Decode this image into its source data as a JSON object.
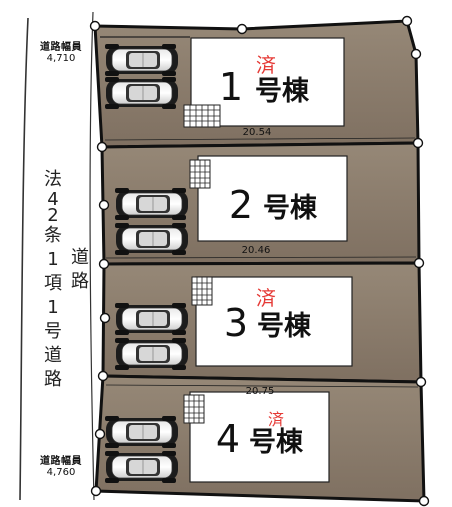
{
  "road": {
    "name_line1": [
      "法",
      "4",
      "2",
      "条",
      "1",
      "項",
      "1",
      "号"
    ],
    "name_line2": [
      "道",
      "路"
    ],
    "name_line3": [
      "道",
      "路"
    ],
    "width_top": {
      "label": "道路幅員",
      "value": "4,710"
    },
    "width_bottom": {
      "label": "道路幅員",
      "value": "4,760"
    }
  },
  "lots": [
    {
      "number": "1",
      "suffix": "号棟",
      "sold_mark": "済",
      "frontage": "20.54"
    },
    {
      "number": "2",
      "suffix": "号棟",
      "sold_mark": "",
      "frontage": "20.46"
    },
    {
      "number": "3",
      "suffix": "号棟",
      "sold_mark": "済",
      "frontage": "20.75"
    },
    {
      "number": "4",
      "suffix": "号棟",
      "sold_mark": "済",
      "frontage": ""
    }
  ],
  "colors": {
    "lot_fill": "#8c7d6f",
    "lot_border": "#111111",
    "sold_mark": "#e53935"
  }
}
